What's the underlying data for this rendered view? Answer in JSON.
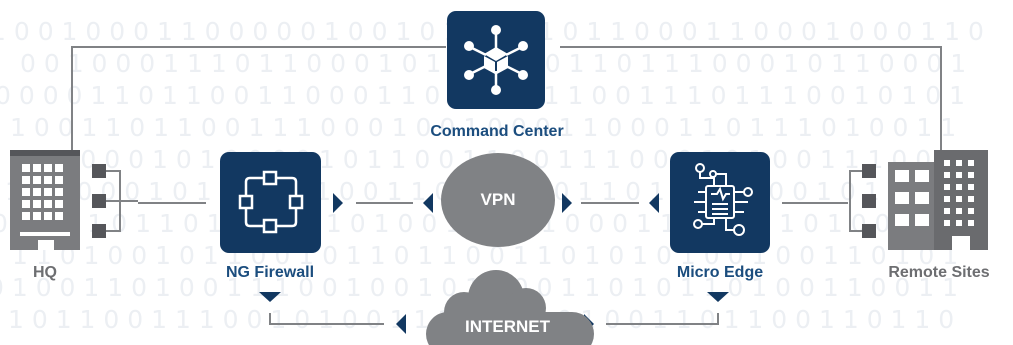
{
  "nodes": {
    "command_center": "Command Center",
    "ng_firewall": "NG Firewall",
    "micro_edge": "Micro Edge",
    "hq": "HQ",
    "remote_sites": "Remote Sites",
    "vpn": "VPN",
    "internet": "INTERNET"
  },
  "colors": {
    "tile": "#123861",
    "label_blue": "#1b4d7e",
    "label_grey": "#6d6e71",
    "connector": "#808285",
    "background_digits": "#eceff3"
  },
  "icons": [
    "hub-network-icon",
    "firewall-ring-icon",
    "microchip-icon",
    "hq-building-icon",
    "remote-sites-building-icon",
    "cloud-icon"
  ]
}
